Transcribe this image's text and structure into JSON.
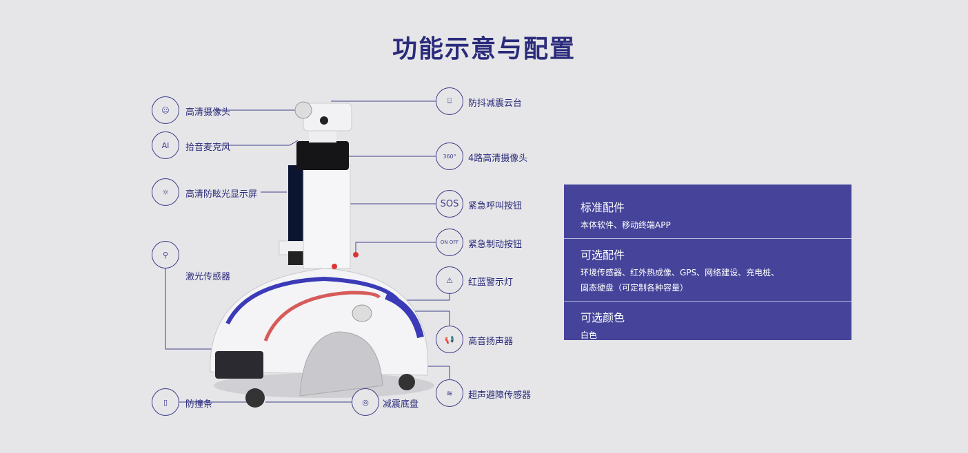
{
  "title": "功能示意与配置",
  "callouts_left": [
    {
      "label": "高清摄像头",
      "icon": "face-scan-icon"
    },
    {
      "label": "拾音麦克风",
      "icon": "ai-chat-icon"
    },
    {
      "label": "高清防眩光显示屏",
      "icon": "screen-icon"
    },
    {
      "label": "激光传感器",
      "icon": "location-pin-icon"
    },
    {
      "label": "防撞条",
      "icon": "bumper-icon"
    }
  ],
  "callouts_right": [
    {
      "label": "防抖减震云台",
      "icon": "gimbal-icon"
    },
    {
      "label": "4路高清摄像头",
      "icon": "camera-360-icon",
      "icon_text": "360°"
    },
    {
      "label": "紧急呼叫按钮",
      "icon": "sos-icon",
      "icon_text": "SOS"
    },
    {
      "label": "紧急制动按钮",
      "icon": "on-off-icon",
      "icon_text": "ON OFF"
    },
    {
      "label": "红蓝警示灯",
      "icon": "warning-light-icon"
    },
    {
      "label": "高音扬声器",
      "icon": "speaker-icon"
    },
    {
      "label": "超声避障传感器",
      "icon": "ultrasonic-icon"
    }
  ],
  "callout_bottom": {
    "label": "减震底盘",
    "icon": "wheel-icon"
  },
  "config_panel": {
    "sections": [
      {
        "heading": "标准配件",
        "text": "本体软件、移动终端APP"
      },
      {
        "heading": "可选配件",
        "text": "环境传感器、红外热成像、GPS、网络建设、充电桩、",
        "text2": "固态硬盘（可定制各种容量）"
      },
      {
        "heading": "可选颜色",
        "text": "白色"
      }
    ]
  }
}
